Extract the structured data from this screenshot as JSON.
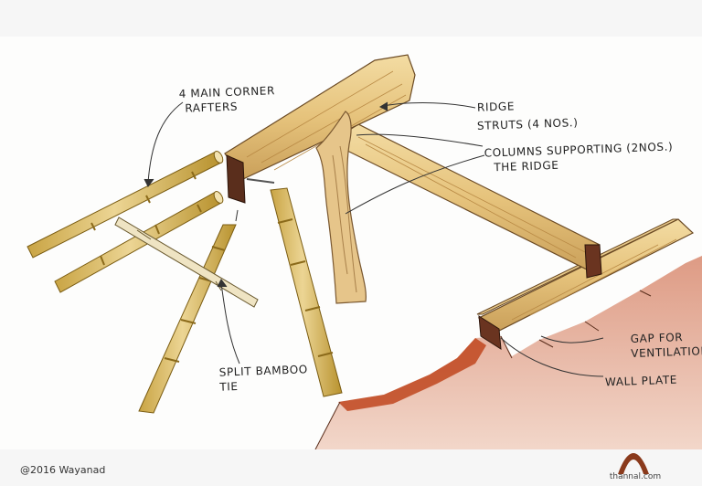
{
  "labels": {
    "main_rafters_line1": "4 MAIN CORNER",
    "main_rafters_line2": "RAFTERS",
    "ridge": "RIDGE",
    "struts": "STRUTS (4 NOS.)",
    "columns_line1": "COLUMNS SUPPORTING (2NOS.)",
    "columns_line2": "THE RIDGE",
    "gap_line1": "GAP FOR",
    "gap_line2": "VENTILATION",
    "split_tie_line1": "SPLIT BAMBOO",
    "split_tie_line2": "TIE",
    "wall_plate": "WALL PLATE"
  },
  "footer": {
    "copyright": "@2016 Wayanad",
    "brand": "thannal.com"
  },
  "colors": {
    "wood": "#eccf8e",
    "wood_dark": "#b98a45",
    "bamboo": "#d8b85a",
    "bamboo_dark": "#9a7a22",
    "end_grain": "#5a2e1c",
    "wall": "#c9582e",
    "logo": "#8a3a1c"
  }
}
